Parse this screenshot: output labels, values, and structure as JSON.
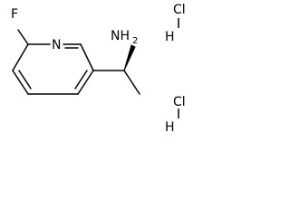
{
  "molecule": {
    "atoms": {
      "fluorine": "F",
      "ring_nitrogen": "N",
      "amine": "NH",
      "amine_h_count": "2"
    },
    "salt": [
      {
        "chlorine": "Cl",
        "hydrogen": "H"
      },
      {
        "chlorine": "Cl",
        "hydrogen": "H"
      }
    ],
    "colors": {
      "ink": "#000000",
      "background": "#ffffff"
    }
  }
}
